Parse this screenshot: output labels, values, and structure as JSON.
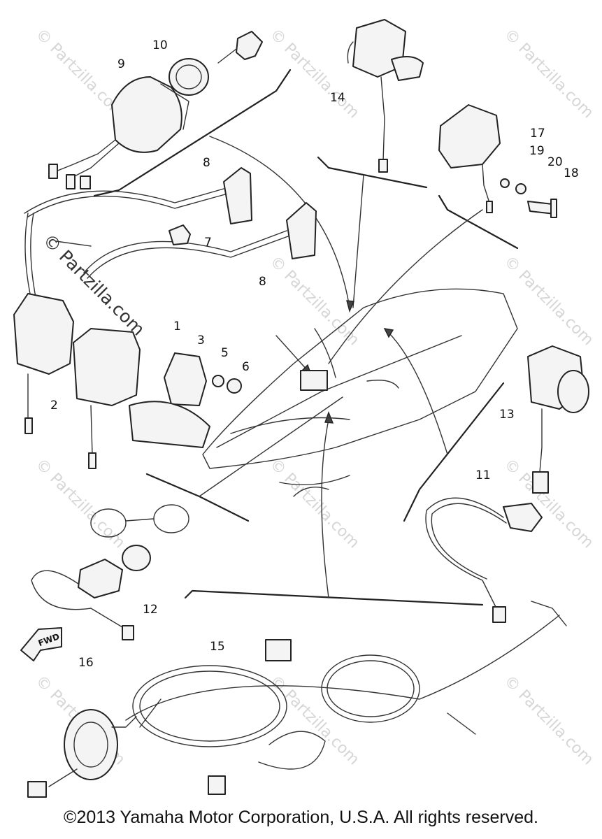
{
  "diagram": {
    "watermark": "© Partzilla.com",
    "callouts": [
      "1",
      "2",
      "3",
      "5",
      "6",
      "7",
      "8",
      "8",
      "9",
      "10",
      "11",
      "12",
      "13",
      "14",
      "15",
      "16",
      "17",
      "18",
      "19",
      "20"
    ],
    "arrow_label": "FWD"
  },
  "footer": {
    "copyright": "©2013 Yamaha Motor Corporation, U.S.A. All rights reserved."
  }
}
